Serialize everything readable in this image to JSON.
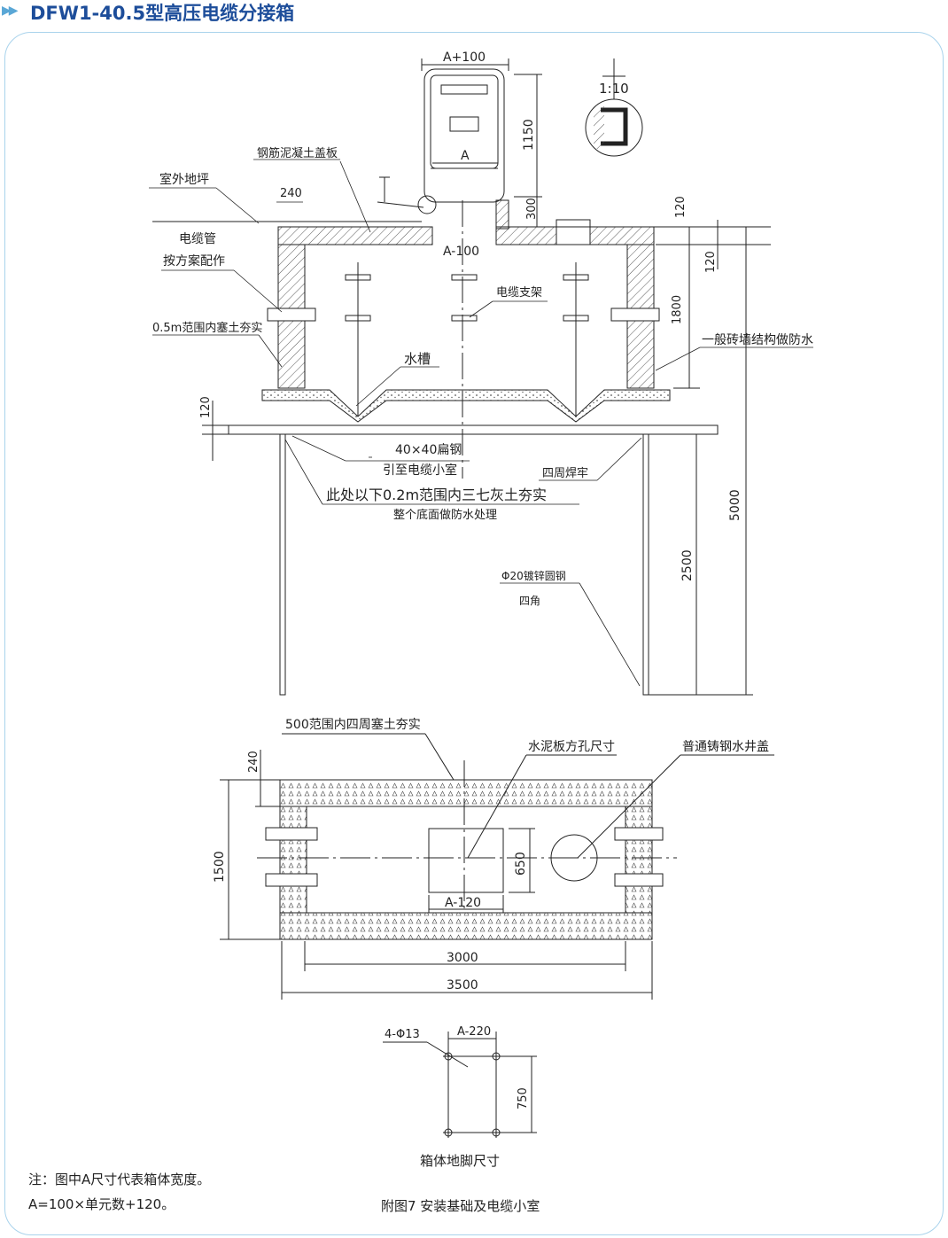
{
  "header": {
    "title": "DFW1-40.5型高压电缆分接箱"
  },
  "labels": {
    "a_plus_100": "A+100",
    "scale": "1:10",
    "h1150": "1150",
    "a": "A",
    "rc_cover": "钢筋泥凝土盖板",
    "outdoor_ground": "室外地坪",
    "w240": "240",
    "h300": "300",
    "h120a": "120",
    "h120b": "120",
    "a_minus_100": "A-100",
    "conduit": "电缆管",
    "conduit2": "按方案配作",
    "cable_bracket": "电缆支架",
    "h1800": "1800",
    "brick_wall": "一般砖墙结构做防水",
    "backfill05": "0.5m范围内塞土夯实",
    "trough": "水槽",
    "h120c": "120",
    "flat_steel": "40×40扁钢",
    "flat_steel2": "引至电缆小室",
    "weld": "四周焊牢",
    "lime_soil": "此处以下0.2m范围内三七灰土夯实",
    "waterproof": "整个底面做防水处理",
    "h5000": "5000",
    "h2500": "2500",
    "round_steel": "Φ20镀锌圆钢",
    "round_steel2": "四角",
    "backfill500": "500范围内四周塞土夯实",
    "hole_size": "水泥板方孔尺寸",
    "manhole": "普通铸钢水井盖",
    "p240": "240",
    "p1500": "1500",
    "p650": "650",
    "a_minus_120": "A-120",
    "p3000": "3000",
    "p3500": "3500",
    "bolt": "4-Φ13",
    "a_minus_220": "A-220",
    "p750": "750",
    "foot_caption": "箱体地脚尺寸",
    "figure_caption": "附图7 安装基础及电缆小室"
  },
  "notes": {
    "line1": "注：图中A尺寸代表箱体宽度。",
    "line2": "A=100×单元数+120。"
  }
}
